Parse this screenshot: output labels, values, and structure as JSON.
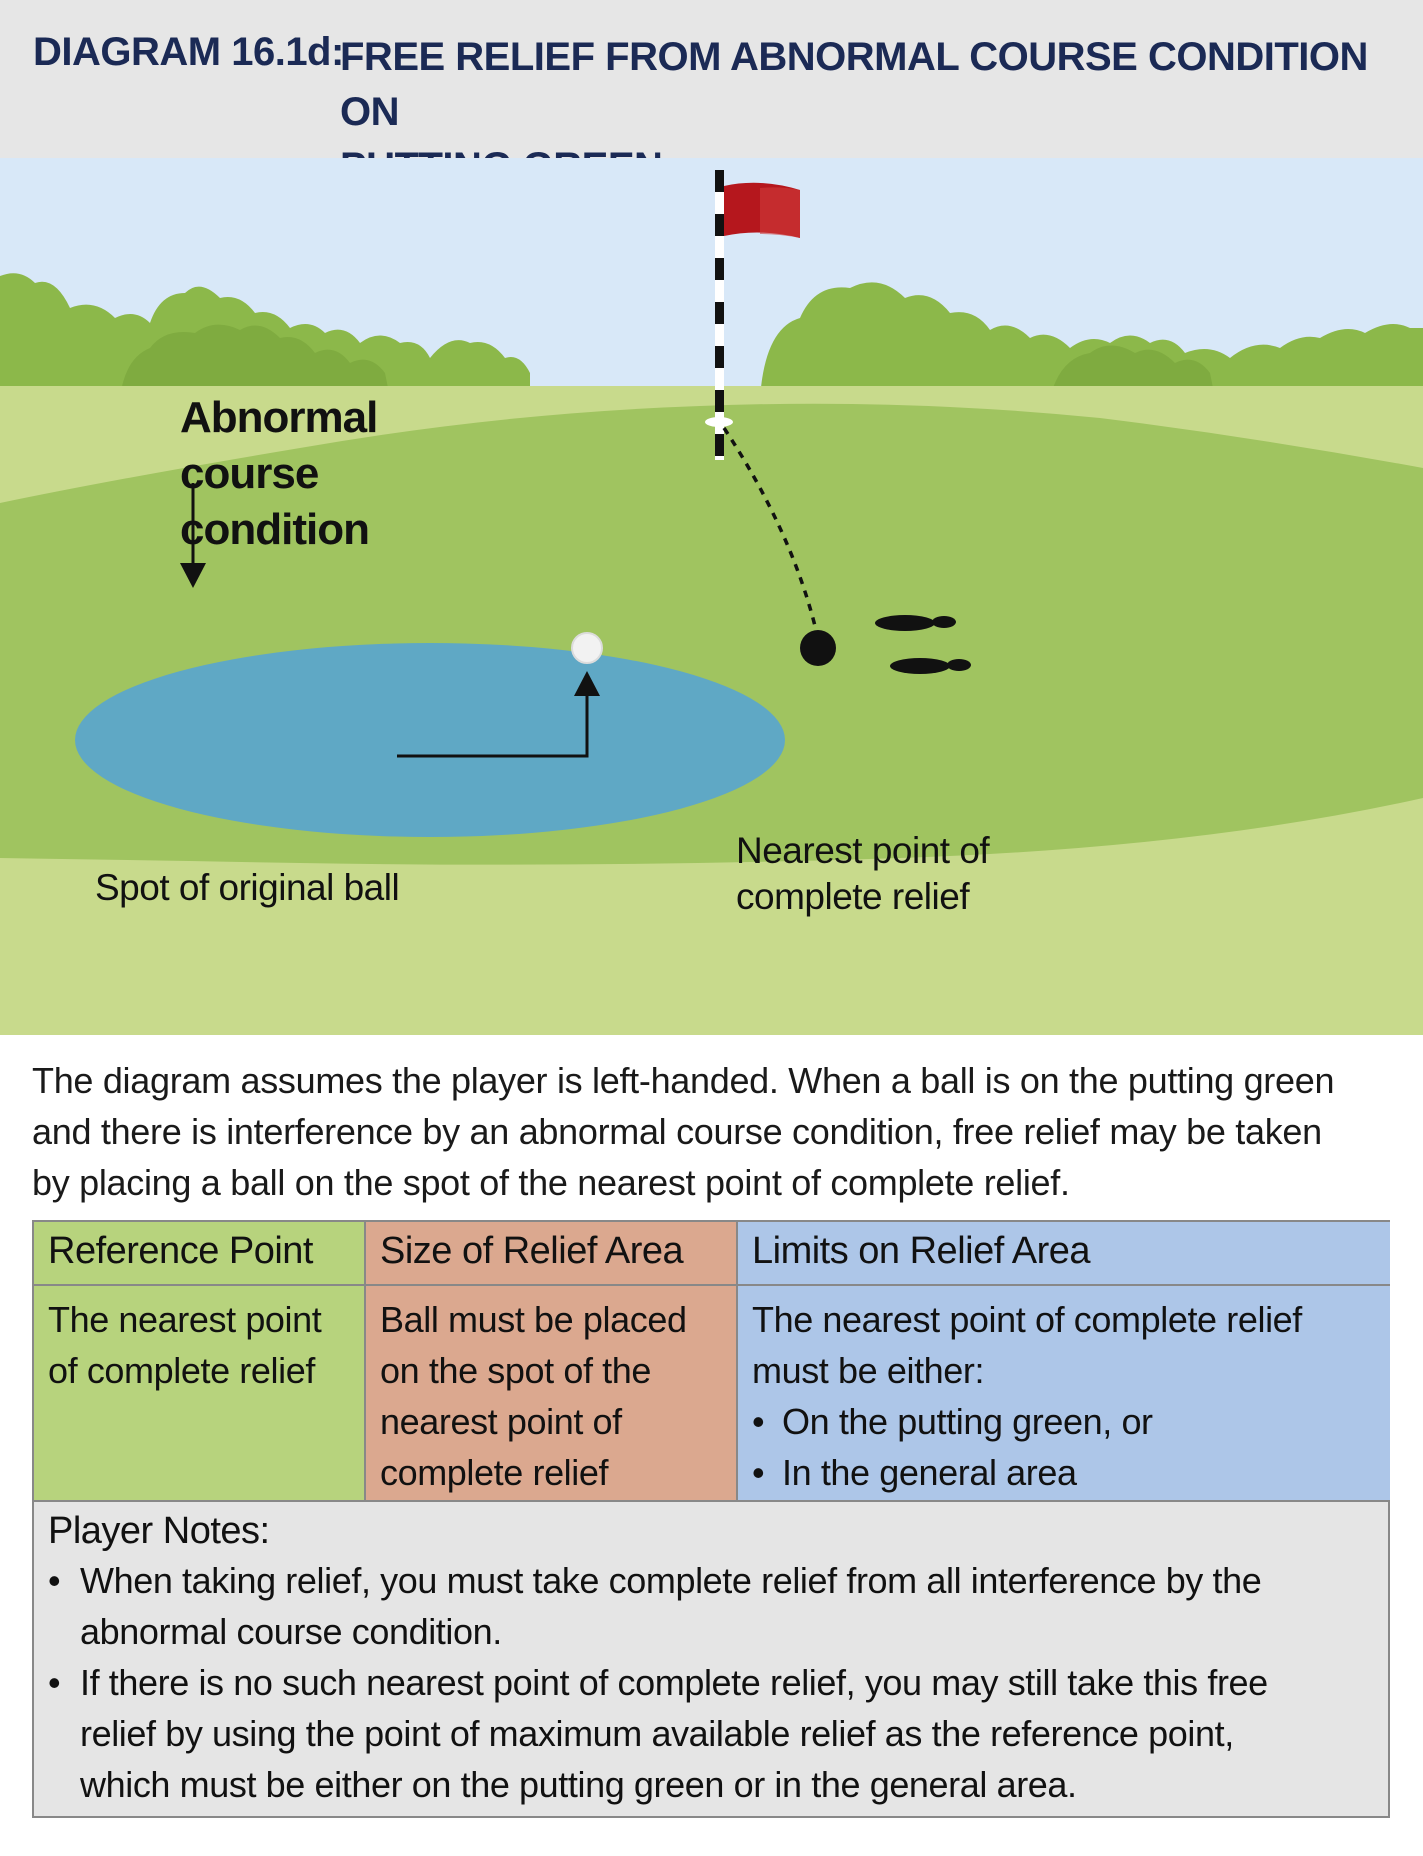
{
  "header": {
    "label": "DIAGRAM 16.1d:",
    "title_line1": "FREE RELIEF FROM ABNORMAL COURSE CONDITION ON",
    "title_line2": "PUTTING GREEN"
  },
  "diagram": {
    "abnormal_condition_line1": "Abnormal",
    "abnormal_condition_line2": "course",
    "abnormal_condition_line3": "condition",
    "spot_label": "Spot of original ball",
    "relief_label_line1": "Nearest point of",
    "relief_label_line2": "complete relief",
    "colors": {
      "sky": "#d8e8f8",
      "trees": "#8cb84a",
      "fairway": "#c8da8c",
      "green": "#a0c460",
      "water": "#5fa8c5",
      "flag": "#b5171d"
    }
  },
  "description": {
    "line1": "The diagram assumes the player is left-handed. When a ball is on the putting green",
    "line2": "and there is interference by an abnormal course condition, free relief may be taken",
    "line3": "by placing a ball on the spot of the nearest point of complete relief."
  },
  "table": {
    "col1": {
      "header": "Reference Point",
      "line1": "The nearest point",
      "line2": "of complete relief"
    },
    "col2": {
      "header": "Size of Relief Area",
      "line1": "Ball must be placed",
      "line2": "on the spot of the",
      "line3": "nearest point of",
      "line4": "complete relief"
    },
    "col3": {
      "header": "Limits on Relief Area",
      "line1": "The nearest point of complete relief",
      "line2": "must be either:",
      "bullet1": "On the putting green, or",
      "bullet2": "In the general area"
    },
    "colors": {
      "col1": "#b7d37d",
      "col2": "#dba88f",
      "col3": "#adc6e8"
    }
  },
  "notes": {
    "title": "Player Notes:",
    "note1_line1": "When taking relief, you must take complete relief from all interference by the",
    "note1_line2": "abnormal course condition.",
    "note2_line1": "If there is no such nearest point of complete relief, you may still take this free",
    "note2_line2": "relief by using the point of maximum available relief as the reference point,",
    "note2_line3": "which must be either on the putting green or in the general area."
  }
}
